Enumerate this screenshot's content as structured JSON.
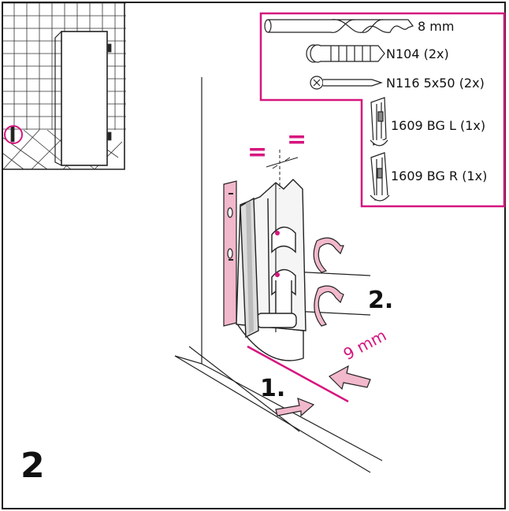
{
  "step_number": "2",
  "parts": [
    {
      "name": "drill-bit",
      "label": "8 mm"
    },
    {
      "name": "wall-plug",
      "label": "N104 (2x)"
    },
    {
      "name": "screw",
      "label": "N116 5x50 (2x)"
    },
    {
      "name": "bracket-left",
      "label": "1609 BG L (1x)"
    },
    {
      "name": "bracket-right",
      "label": "1609 BG R (1x)"
    }
  ],
  "steps": {
    "first": "1.",
    "second": "2."
  },
  "measurement": "9 mm",
  "equal_marks": [
    "=",
    "="
  ],
  "colors": {
    "accent": "#d6157e",
    "pink_fill": "#f2b8cc",
    "line": "#1a1a1a"
  }
}
